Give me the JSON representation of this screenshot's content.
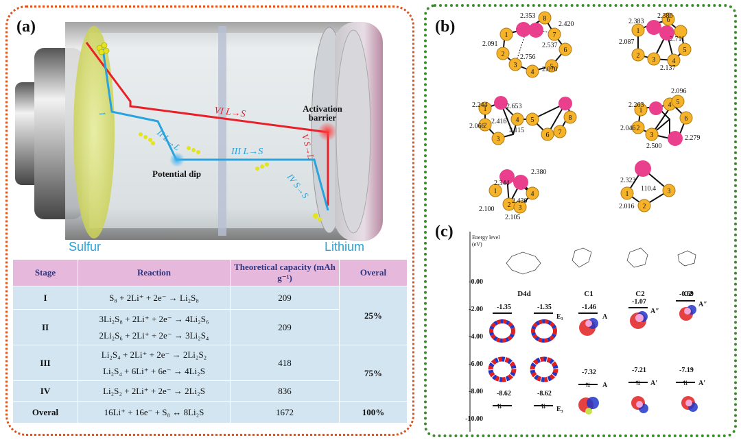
{
  "panel_a": {
    "label": "(a)",
    "sulfur": "Sulfur",
    "lithium": "Lithium",
    "activation": [
      "Activation",
      "barrier"
    ],
    "potential_dip": "Potential dip",
    "stages": {
      "I": "I",
      "II": "II L→L",
      "III": "III L→S",
      "IV": "IV S→S",
      "V": "V S→L",
      "VI": "VI L→S"
    },
    "table": {
      "headers": [
        "Stage",
        "Reaction",
        "Theoretical capacity (mAh g⁻¹)",
        "Overal"
      ],
      "rows": [
        {
          "stage": "I",
          "reactions": [
            "S₈ + 2Li⁺ + 2e⁻ → Li₂S₈"
          ],
          "capacity": "209",
          "overal": ""
        },
        {
          "stage": "II",
          "reactions": [
            "3Li₂S₈ + 2Li⁺ + 2e⁻ → 4Li₂S₆",
            "2Li₂S₆ + 2Li⁺ + 2e⁻ → 3Li₂S₄"
          ],
          "capacity": "209",
          "overal": "25%"
        },
        {
          "stage": "III",
          "reactions": [
            "Li₂S₄ + 2Li⁺ + 2e⁻ → 2Li₂S₂",
            "Li₂S₄ + 6Li⁺ + 6e⁻ → 4Li₂S"
          ],
          "capacity": "418",
          "overal": "75%"
        },
        {
          "stage": "IV",
          "reactions": [
            "Li₂S₂ + 2Li⁺ + 2e⁻ → 2Li₂S"
          ],
          "capacity": "836",
          "overal": ""
        },
        {
          "stage": "Overal",
          "reactions": [
            "16Li⁺ + 16e⁻ + S₈ ↔ 8Li₂S"
          ],
          "capacity": "1672",
          "overal": "100%"
        }
      ]
    }
  },
  "panel_b": {
    "label": "(b)",
    "clusters": [
      {
        "bonds": [
          "2.353",
          "2.420",
          "2.091",
          "2.537",
          "2.756",
          "2.070"
        ]
      },
      {
        "bonds": [
          "2.383",
          "2.386",
          "2.087",
          "2.711",
          "2.137"
        ]
      },
      {
        "bonds": [
          "2.244",
          "2.653",
          "2.416",
          "2.066",
          "2.115"
        ]
      },
      {
        "bonds": [
          "2.263",
          "2.096",
          "2.046",
          "2.279",
          "2.500"
        ]
      },
      {
        "bonds": [
          "2.344",
          "2.380",
          "2.430",
          "2.100",
          "2.105"
        ]
      },
      {
        "bonds": [
          "2.323",
          "110.4",
          "2.016"
        ]
      }
    ]
  },
  "panel_c": {
    "label": "(c)",
    "axis_title": "Energy level",
    "axis_unit": "(eV)",
    "ticks": [
      "-0.00",
      "-2.00",
      "-4.00",
      "-6.00",
      "-8.00",
      "-10.00"
    ],
    "columns": [
      {
        "sym": "D4d",
        "homo": "-1.35",
        "lumo": "-8.62",
        "homo_lbl": "",
        "lumo_lbl": ""
      },
      {
        "sym": "",
        "homo": "-1.35",
        "lumo": "-8.62",
        "homo_lbl": "E₃",
        "lumo_lbl": "E₃"
      },
      {
        "sym": "C1",
        "homo": "-1.46",
        "lumo": "-7.32",
        "homo_lbl": "A",
        "lumo_lbl": "A"
      },
      {
        "sym": "C2",
        "homo": "-1.07",
        "lumo": "-7.21",
        "homo_lbl": "A″",
        "lumo_lbl": "A′"
      },
      {
        "sym": "C2",
        "homo": "-0.69",
        "lumo": "-7.19",
        "homo_lbl": "A″",
        "lumo_lbl": "A′"
      }
    ]
  }
}
